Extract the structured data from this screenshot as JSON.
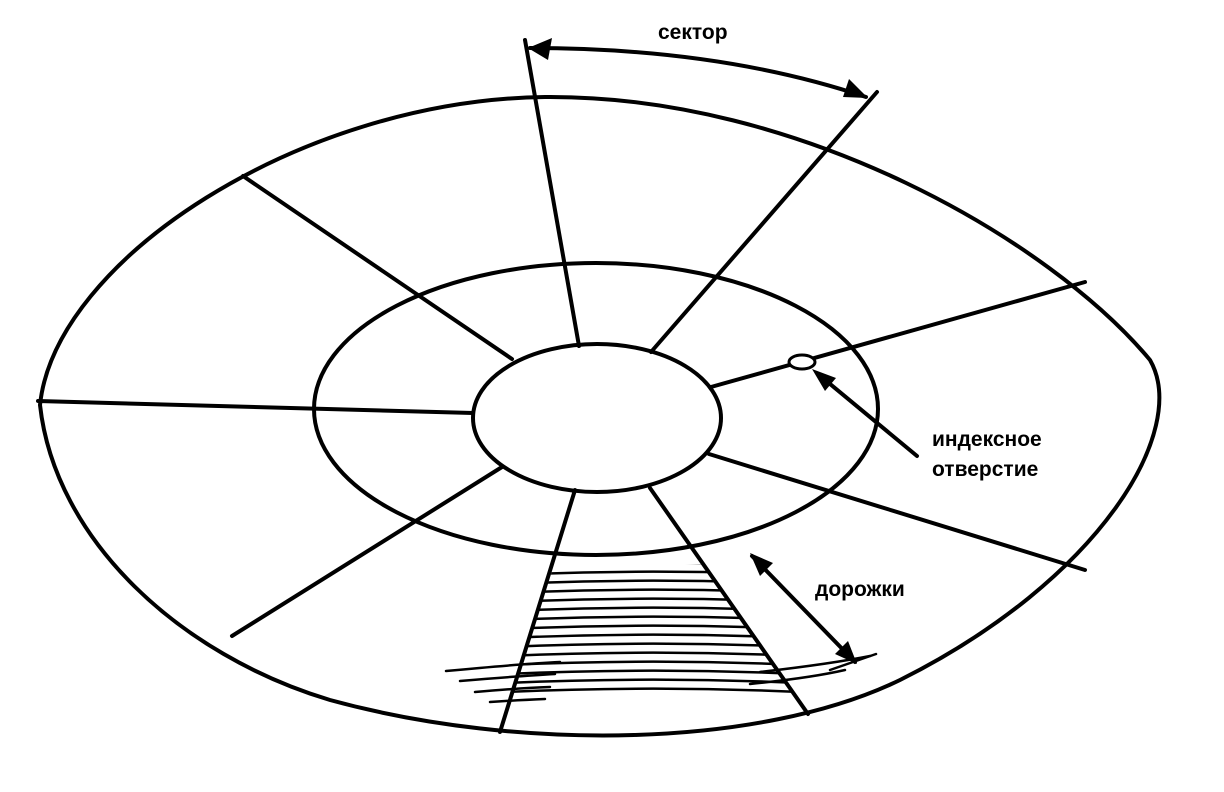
{
  "labels": {
    "sector": "сектор",
    "index_hole_line1": "индексное",
    "index_hole_line2": "отверстие",
    "tracks": "дорожки"
  }
}
